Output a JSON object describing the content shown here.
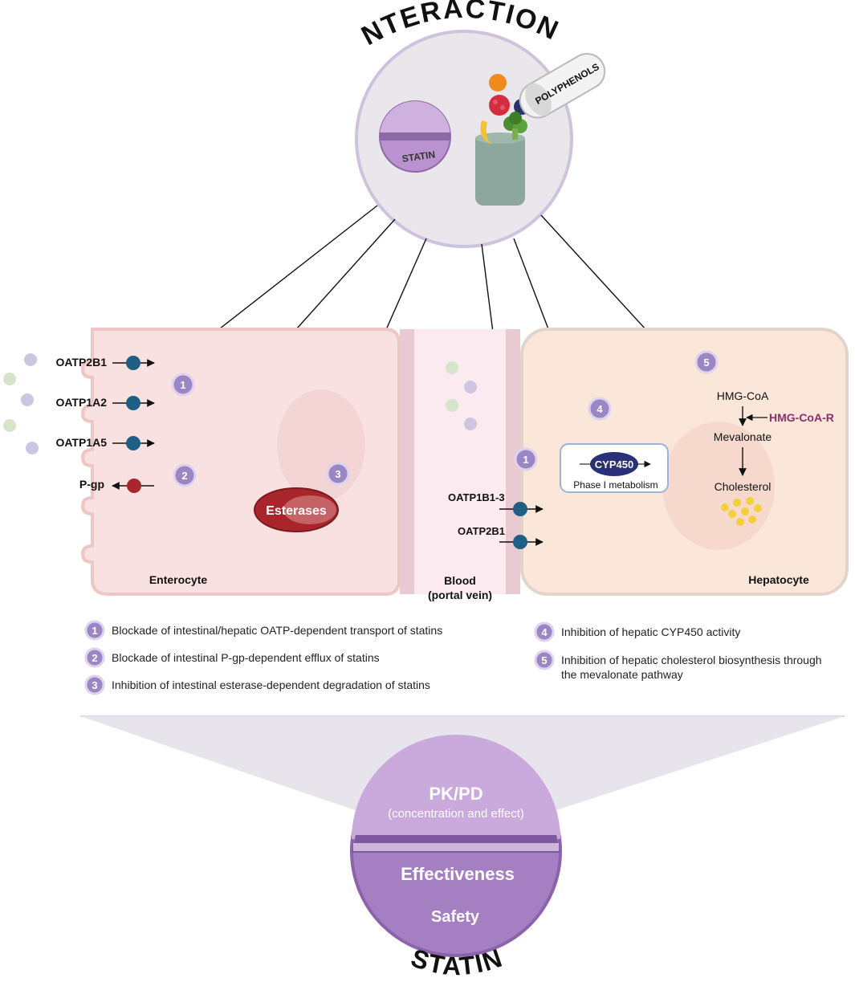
{
  "title_top": "INTERACTIONS",
  "title_bottom": "STATIN",
  "pill_labels": {
    "statin": "STATIN",
    "polyphenols": "POLYPHENOLS"
  },
  "cells": {
    "enterocyte": "Enterocyte",
    "blood_line1": "Blood",
    "blood_line2": "(portal vein)",
    "hepatocyte": "Hepatocyte"
  },
  "transporters": {
    "oatp2b1": "OATP2B1",
    "oatp1a2": "OATP1A2",
    "oatp1a5": "OATP1A5",
    "pgp": "P-gp",
    "oatp1b1_3": "OATP1B1-3",
    "oatp2b1_liver": "OATP2B1"
  },
  "esterases": "Esterases",
  "cyp450": {
    "name": "CYP450",
    "caption": "Phase I metabolism"
  },
  "pathway": {
    "hmg_coa": "HMG-CoA",
    "hmg_coa_r": "HMG-CoA-R",
    "mevalonate": "Mevalonate",
    "cholesterol": "Cholesterol"
  },
  "badges": [
    "1",
    "2",
    "3",
    "1",
    "4",
    "5"
  ],
  "legend": [
    {
      "num": "1",
      "text": "Blockade of intestinal/hepatic OATP-dependent transport of statins"
    },
    {
      "num": "2",
      "text": "Blockade of intestinal P-gp-dependent efflux of statins"
    },
    {
      "num": "3",
      "text": "Inhibition of intestinal esterase-dependent degradation of statins"
    },
    {
      "num": "4",
      "text": "Inhibition of hepatic CYP450 activity"
    },
    {
      "num": "5",
      "text_line1": "Inhibition of hepatic cholesterol biosynthesis through",
      "text_line2": "the mevalonate pathway"
    }
  ],
  "outcome": {
    "pkpd": "PK/PD",
    "pkpd_sub": "(concentration and effect)",
    "effectiveness": "Effectiveness",
    "safety": "Safety"
  },
  "colors": {
    "enterocyte_fill": "#f9e1e1",
    "hepatocyte_fill": "#fbe6da",
    "badge": "#9a86c4",
    "transporter": "#1f5f85",
    "pgp": "#a8262b",
    "esterase": "#a8262b",
    "hmg_coa_r": "#8c2f6a",
    "statin_purple": "#a47fc2"
  },
  "icons": [
    "orange-fruit-icon",
    "raspberry-icon",
    "blueberry-icon",
    "banana-icon",
    "broccoli-icon",
    "cup-icon",
    "capsule-icon",
    "statin-pill-icon"
  ]
}
